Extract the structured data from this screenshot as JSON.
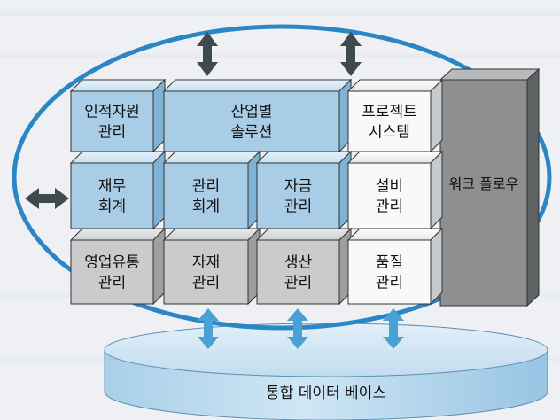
{
  "modules": {
    "hr": "인적자원 관리",
    "industry": "산업별 솔루션",
    "project": "프로젝트 시스템",
    "workflow": "워크 플로우",
    "finance": "재무 회계",
    "mgmt_acct": "관리 회계",
    "funds": "자금 관리",
    "equipment": "설비 관리",
    "sales": "영업유통 관리",
    "materials": "자재 관리",
    "production": "생산 관리",
    "quality": "품질 관리"
  },
  "database": {
    "label": "통합 데이터 베이스"
  },
  "colors": {
    "blue_front": "#a9cde6",
    "white_front": "#f7f9fb",
    "gray_front": "#c9cbcd",
    "workflow_front": "#8d8f90",
    "ellipse": "#2a86c4",
    "db": "#b9d8ee",
    "arrow_blue": "#4aa1d6",
    "arrow_dark": "#3f4a4c"
  }
}
